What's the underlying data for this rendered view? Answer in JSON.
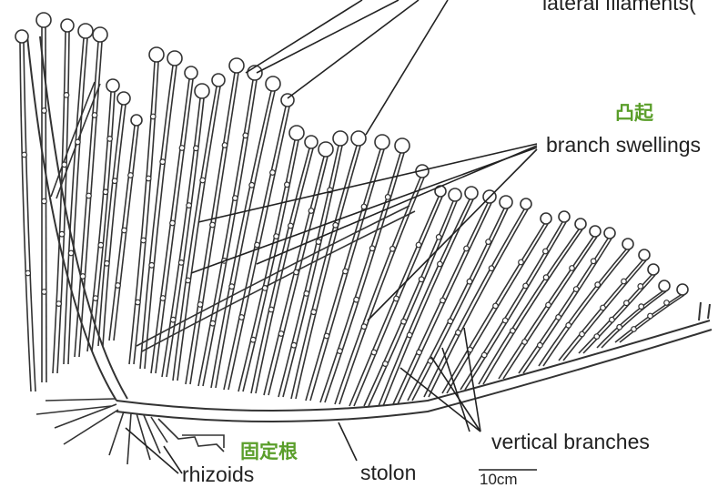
{
  "labels": {
    "lateral_filaments": "lateral filaments(",
    "tubercle_cn": "凸起",
    "branch_swellings": "branch swellings",
    "vertical_branches": "vertical branches",
    "holdfast_cn": "固定根",
    "rhizoids": "rhizoids",
    "stolon": "stolon",
    "scale": "10cm"
  },
  "colors": {
    "line": "#333333",
    "cn_label": "#5a9e2a"
  }
}
